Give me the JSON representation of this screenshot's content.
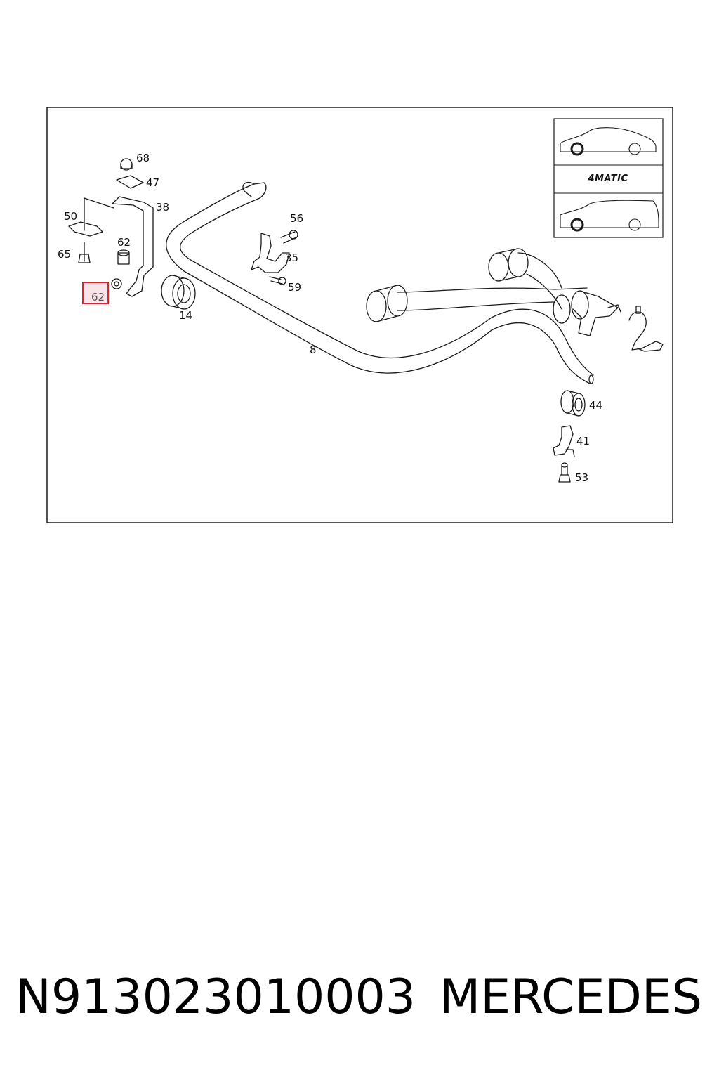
{
  "callouts": {
    "c68": "68",
    "c47": "47",
    "c38": "38",
    "c50": "50",
    "c62": "62",
    "c65": "65",
    "c62_highlight": "62",
    "c14": "14",
    "c8": "8",
    "c56": "56",
    "c35": "35",
    "c59": "59",
    "c44": "44",
    "c41": "41",
    "c53": "53"
  },
  "highlighted_part": "62",
  "inset": {
    "badge": "4MATIC"
  },
  "footer": {
    "part_number": "N913023010003",
    "brand": "MERCEDES"
  },
  "colors": {
    "highlight": "#d9262e",
    "highlight_fill": "#fbe3ea",
    "line": "#1a1a1a"
  }
}
